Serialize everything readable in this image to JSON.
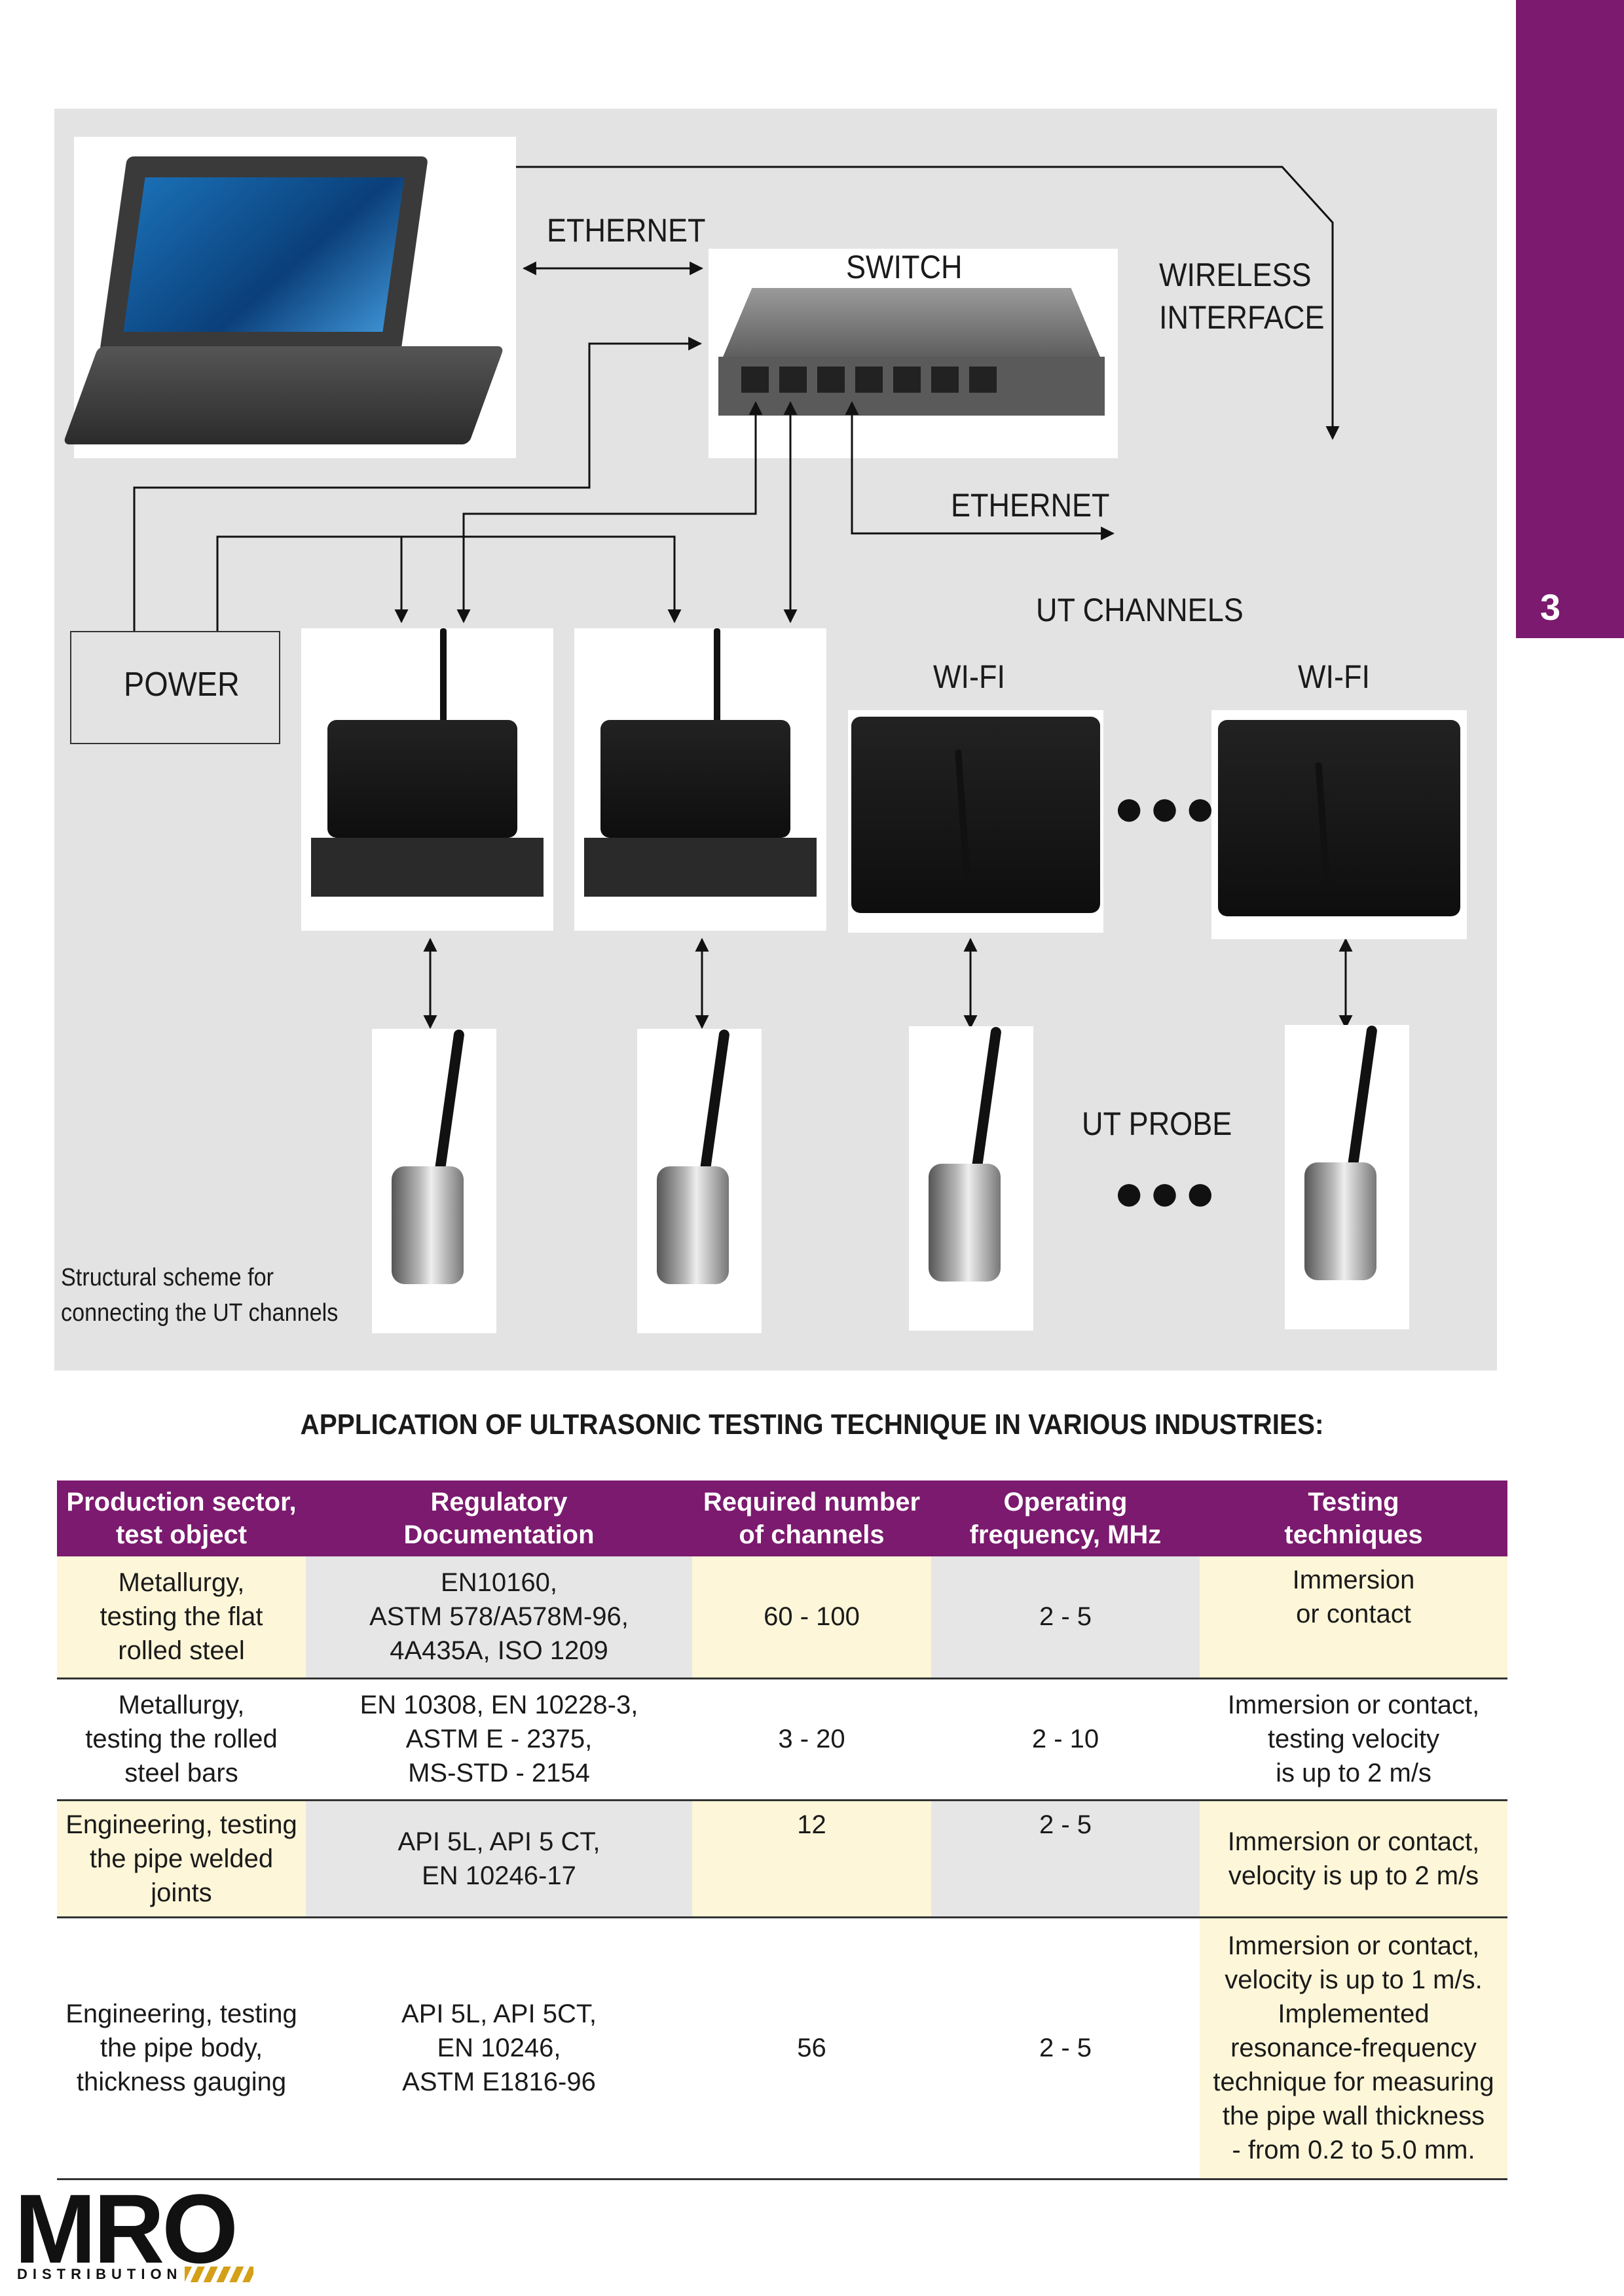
{
  "page_number": "3",
  "diagram": {
    "labels": {
      "ethernet_top": "ETHERNET",
      "switch": "SWITCH",
      "wireless": "WIRELESS\nINTERFACE",
      "ethernet_mid": "ETHERNET",
      "ut_channels": "UT CHANNELS",
      "power": "POWER",
      "wifi_1": "WI-FI",
      "wifi_2": "WI-FI",
      "ut_probe": "UT PROBE"
    },
    "caption": "Structural scheme for\nconnecting the UT channels",
    "ellipsis": "●●●"
  },
  "table": {
    "title": "APPLICATION OF ULTRASONIC TESTING TECHNIQUE IN VARIOUS INDUSTRIES:",
    "headers": [
      "Production sector,\ntest object",
      "Regulatory\nDocumentation",
      "Required number\nof channels",
      "Operating\nfrequency, MHz",
      "Testing\ntechniques"
    ],
    "rows": [
      [
        "Metallurgy,\ntesting the flat\nrolled steel",
        "EN10160,\nASTM 578/A578M-96,\n4A435A, ISO 1209",
        "60 - 100",
        "2 - 5",
        "Immersion\nor contact"
      ],
      [
        "Metallurgy,\ntesting the rolled\nsteel bars",
        "EN 10308, EN 10228-3,\nASTM E - 2375,\nMS-STD - 2154",
        "3 - 20",
        "2 - 10",
        "Immersion or contact,\ntesting velocity\nis up to 2 m/s"
      ],
      [
        "Engineering, testing\nthe pipe welded joints",
        "API 5L, API 5 CT,\nEN 10246-17",
        "12",
        "2 - 5",
        "Immersion or contact,\nvelocity is up to 2 m/s"
      ],
      [
        "Engineering, testing\nthe pipe body,\nthickness gauging",
        "API 5L, API 5CT,\nEN 10246,\nASTM E1816-96",
        "56",
        "2 - 5",
        "Immersion or contact,\nvelocity is up to 1 m/s.\nImplemented\nresonance-frequency\ntechnique for measuring\nthe pipe wall thickness\n- from 0.2 to 5.0 mm."
      ]
    ]
  },
  "logo": {
    "name": "MRO",
    "subtitle": "DISTRIBUTION"
  },
  "colors": {
    "accent": "#7b1a6e",
    "row_yellow": "#fdf6d8",
    "row_grey": "#e6e6e6",
    "panel": "#e3e3e3"
  }
}
